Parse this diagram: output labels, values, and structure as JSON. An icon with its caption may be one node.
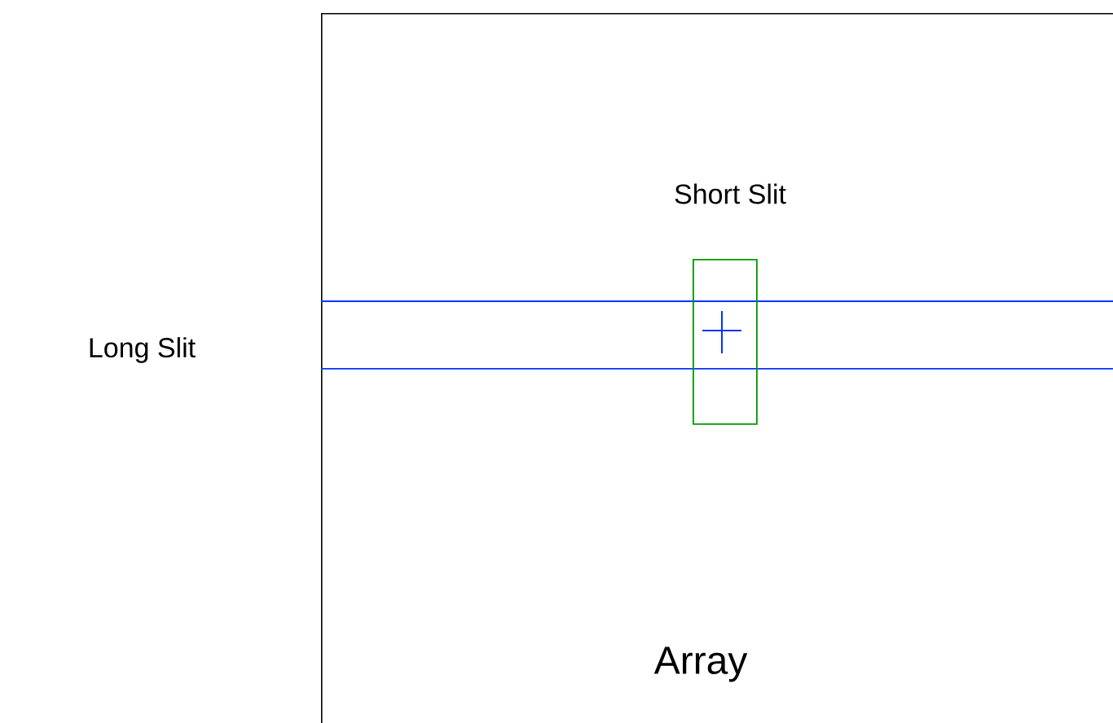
{
  "diagram": {
    "nodes": [
      {
        "text": [
          "Array"
        ]
      },
      {
        "text": [
          "Long Slit"
        ]
      },
      {
        "text": [
          "Short Slit"
        ],
        "in": 0
      }
    ]
  }
}
